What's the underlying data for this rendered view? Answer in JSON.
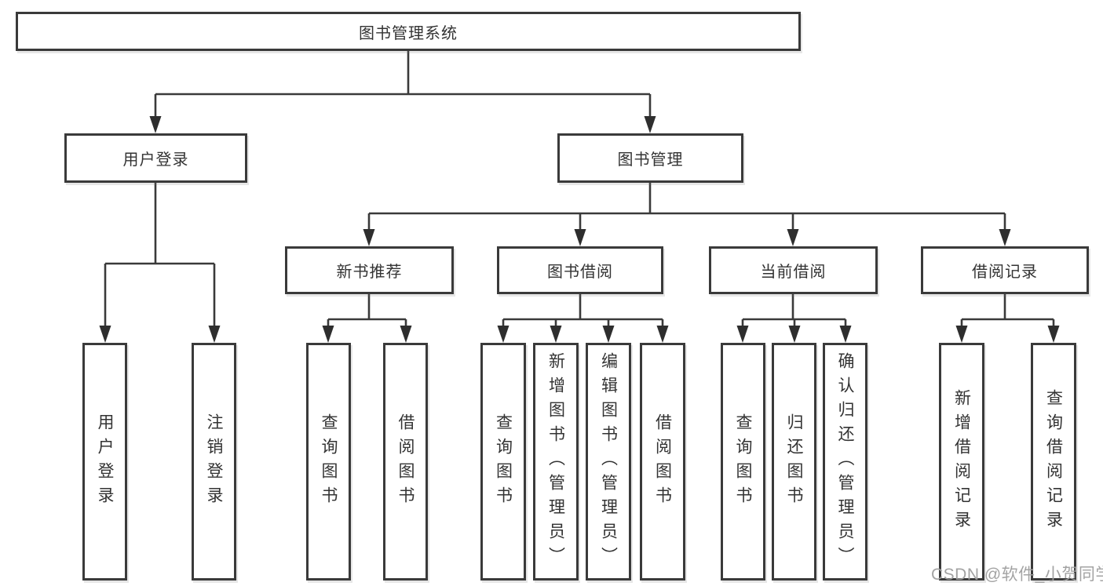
{
  "diagram": {
    "title": "图书管理系统",
    "branches": [
      {
        "label": "用户登录",
        "children": [
          {
            "label": "用户登录"
          },
          {
            "label": "注销登录"
          }
        ]
      },
      {
        "label": "图书管理",
        "children": [
          {
            "label": "新书推荐",
            "children": [
              {
                "label": "查询图书"
              },
              {
                "label": "借阅图书"
              }
            ]
          },
          {
            "label": "图书借阅",
            "children": [
              {
                "label": "查询图书"
              },
              {
                "label": "新增图书（管理员）"
              },
              {
                "label": "编辑图书（管理员）"
              },
              {
                "label": "借阅图书"
              }
            ]
          },
          {
            "label": "当前借阅",
            "children": [
              {
                "label": "查询图书"
              },
              {
                "label": "归还图书"
              },
              {
                "label": "确认归还（管理员）"
              }
            ]
          },
          {
            "label": "借阅记录",
            "children": [
              {
                "label": "新增借阅记录"
              },
              {
                "label": "查询借阅记录"
              }
            ]
          }
        ]
      }
    ]
  },
  "watermark": {
    "text": "CSDN @软件_小贺同学"
  },
  "colors": {
    "line": "#3a3a3a",
    "box_border": "#3a3a3a",
    "text": "#333333",
    "watermark": "#9e9e9e",
    "background": "#ffffff"
  }
}
